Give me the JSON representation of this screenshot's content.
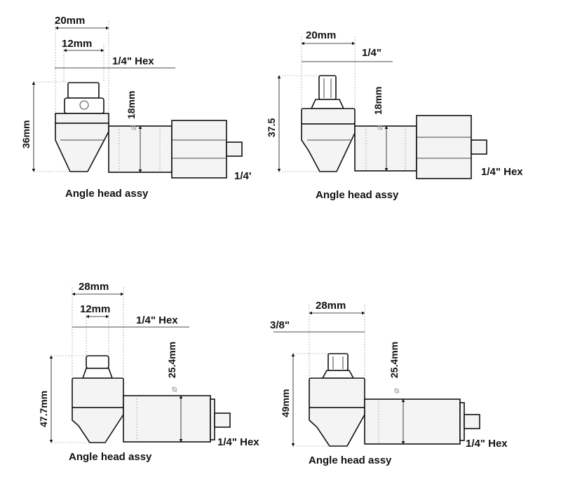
{
  "assemblies": [
    {
      "caption": "Angle head assy",
      "top_width": "20mm",
      "inner_width": "12mm",
      "drive_label": "1/4\" Hex",
      "height": "36mm",
      "body_dia": "18mm",
      "shank_label": "1/4'"
    },
    {
      "caption": "Angle head assy",
      "top_width": "20mm",
      "drive_label": "1/4\"",
      "height": "37.5",
      "body_dia": "18mm",
      "shank_label": "1/4\" Hex"
    },
    {
      "caption": "Angle head assy",
      "top_width": "28mm",
      "inner_width": "12mm",
      "drive_label": "1/4\" Hex",
      "height": "47.7mm",
      "body_dia": "25.4mm",
      "shank_label": "1/4\" Hex"
    },
    {
      "caption": "Angle head assy",
      "top_width": "28mm",
      "drive_label": "3/8\"",
      "height": "49mm",
      "body_dia": "25.4mm",
      "shank_label": "1/4\" Hex"
    }
  ],
  "symbols": {
    "diameter": "⌀"
  }
}
